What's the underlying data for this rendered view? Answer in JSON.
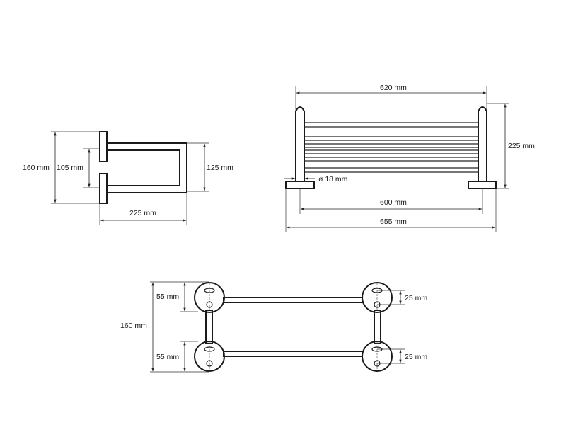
{
  "side_view": {
    "height_total": "160 mm",
    "height_inner": "105 mm",
    "height_rail": "125 mm",
    "depth": "225 mm"
  },
  "front_view": {
    "width_top": "620 mm",
    "height": "225 mm",
    "tube_diameter": "ø 18 mm",
    "width_inner": "600 mm",
    "width_total": "655 mm"
  },
  "top_view": {
    "height_total": "160 mm",
    "rosette_upper_left": "55 mm",
    "rosette_lower_left": "55 mm",
    "hole_spacing_upper_right": "25 mm",
    "hole_spacing_lower_right": "25 mm"
  }
}
